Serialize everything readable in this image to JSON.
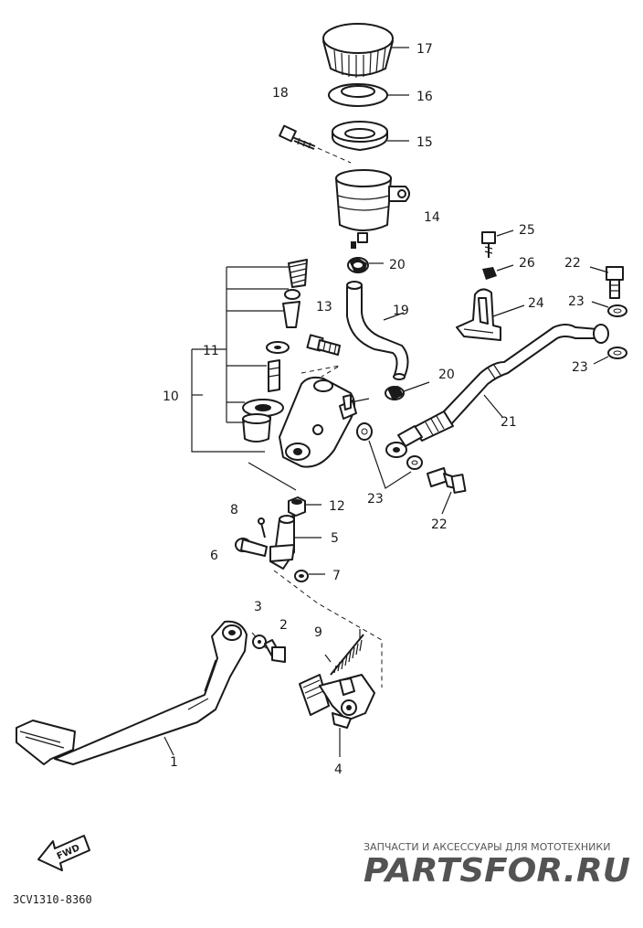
{
  "diagram": {
    "callouts": {
      "p1": "1",
      "p2": "2",
      "p3": "3",
      "p4": "4",
      "p5": "5",
      "p6": "6",
      "p7": "7",
      "p8": "8",
      "p9": "9",
      "p10": "10",
      "p11": "11",
      "p12": "12",
      "p13": "13",
      "p14": "14",
      "p15": "15",
      "p16": "16",
      "p17": "17",
      "p18": "18",
      "p19": "19",
      "p20a": "20",
      "p20b": "20",
      "p21": "21",
      "p22a": "22",
      "p22b": "22",
      "p23a": "23",
      "p23b": "23",
      "p23c": "23",
      "p24": "24",
      "p25": "25",
      "p26": "26"
    },
    "fwd_label": "FWD",
    "drawing_code": "3CV1310-8360"
  },
  "watermark": {
    "tagline": "ЗАПЧАСТИ И АКСЕССУАРЫ ДЛЯ МОТОТЕХНИКИ",
    "brand": "PARTSFOR.RU",
    "color": "#e8a0a0"
  }
}
